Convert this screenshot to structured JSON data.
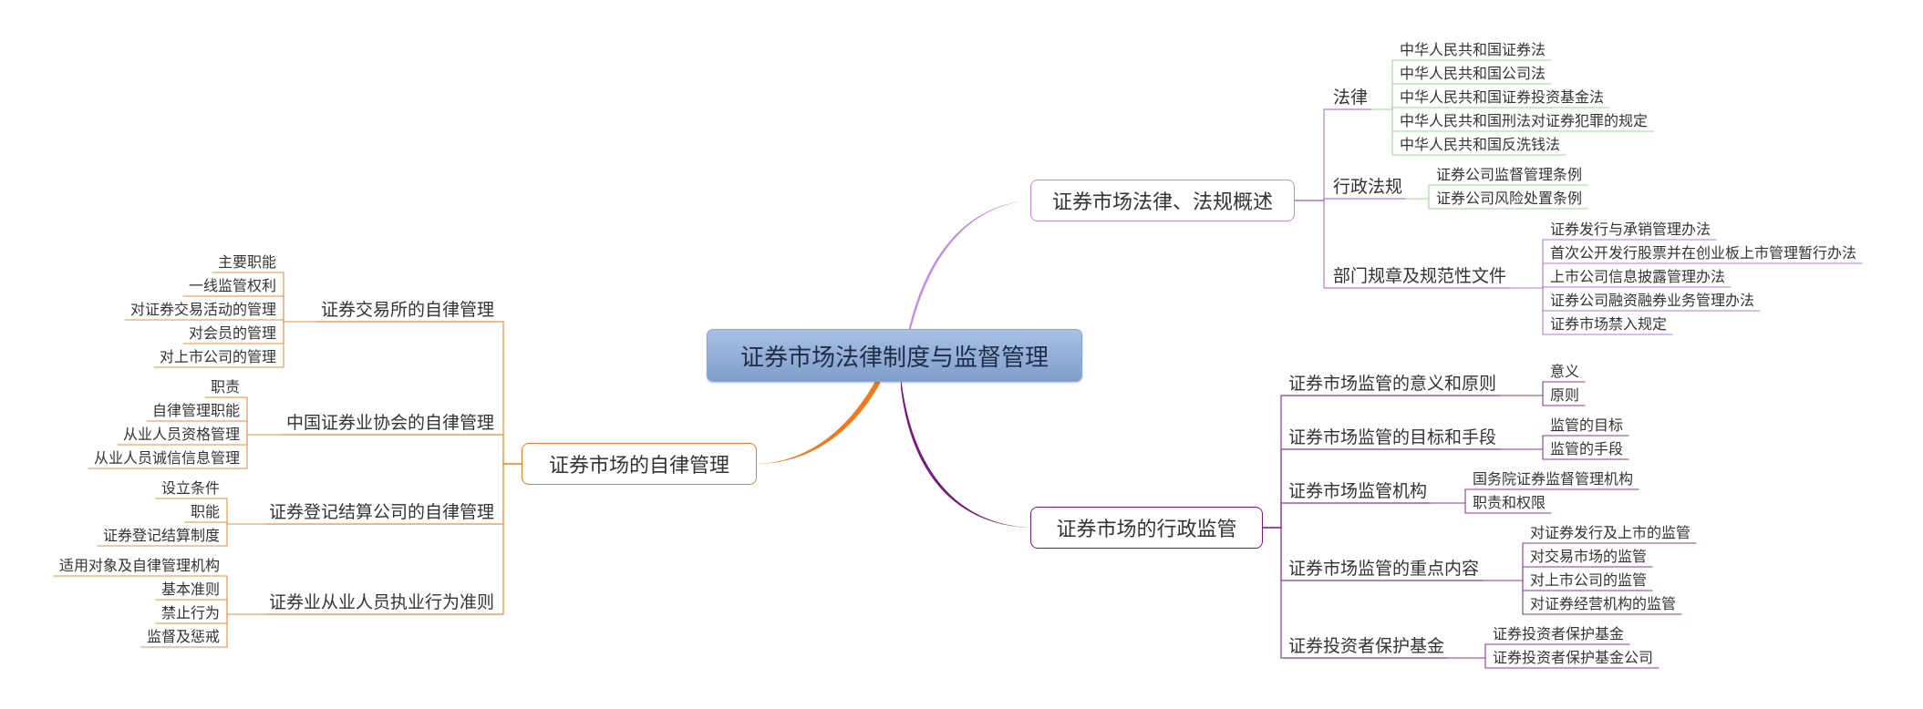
{
  "title": "证券市场法律制度与监督管理",
  "colors": {
    "law_branch": "#c58ae6",
    "law_lines": "#b07bd6",
    "law_leaf_green": "#9bd49b",
    "admin_branch": "#7a177f",
    "admin_lines": "#8a3a8e",
    "self_branch": "#f07a1f",
    "self_lines": "#e38f45"
  },
  "branches": {
    "law": {
      "label": "证券市场法律、法规概述",
      "groups": [
        {
          "label": "法律",
          "items": [
            "中华人民共和国证券法",
            "中华人民共和国公司法",
            "中华人民共和国证券投资基金法",
            "中华人民共和国刑法对证券犯罪的规定",
            "中华人民共和国反洗钱法"
          ]
        },
        {
          "label": "行政法规",
          "items": [
            "证券公司监督管理条例",
            "证券公司风险处置条例"
          ]
        },
        {
          "label": "部门规章及规范性文件",
          "items": [
            "证券发行与承销管理办法",
            "首次公开发行股票并在创业板上市管理暂行办法",
            "上市公司信息披露管理办法",
            "证券公司融资融券业务管理办法",
            "证券市场禁入规定"
          ]
        }
      ]
    },
    "admin": {
      "label": "证券市场的行政监管",
      "groups": [
        {
          "label": "证券市场监管的意义和原则",
          "items": [
            "意义",
            "原则"
          ]
        },
        {
          "label": "证券市场监管的目标和手段",
          "items": [
            "监管的目标",
            "监管的手段"
          ]
        },
        {
          "label": "证券市场监管机构",
          "items": [
            "国务院证券监督管理机构",
            "职责和权限"
          ]
        },
        {
          "label": "证券市场监管的重点内容",
          "items": [
            "对证券发行及上市的监管",
            "对交易市场的监管",
            "对上市公司的监管",
            "对证券经营机构的监管"
          ]
        },
        {
          "label": "证券投资者保护基金",
          "items": [
            "证券投资者保护基金",
            "证券投资者保护基金公司"
          ]
        }
      ]
    },
    "self": {
      "label": "证券市场的自律管理",
      "groups": [
        {
          "label": "证券交易所的自律管理",
          "items": [
            "主要职能",
            "一线监管权利",
            "对证券交易活动的管理",
            "对会员的管理",
            "对上市公司的管理"
          ]
        },
        {
          "label": "中国证券业协会的自律管理",
          "items": [
            "职责",
            "自律管理职能",
            "从业人员资格管理",
            "从业人员诚信信息管理"
          ]
        },
        {
          "label": "证券登记结算公司的自律管理",
          "items": [
            "设立条件",
            "职能",
            "证券登记结算制度"
          ]
        },
        {
          "label": "证券业从业人员执业行为准则",
          "items": [
            "适用对象及自律管理机构",
            "基本准则",
            "禁止行为",
            "监督及惩戒"
          ]
        }
      ]
    }
  }
}
